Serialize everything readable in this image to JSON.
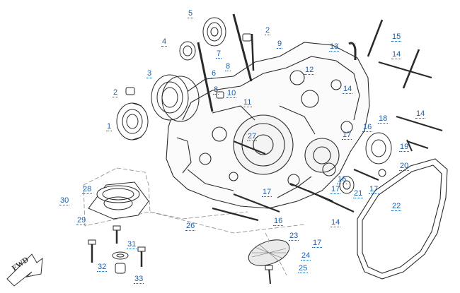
{
  "diagram": {
    "fwd_text": "FWD",
    "callouts": [
      {
        "id": "c5",
        "text": "5"
      },
      {
        "id": "c2a",
        "text": "2"
      },
      {
        "id": "c9",
        "text": "9"
      },
      {
        "id": "c4",
        "text": "4"
      },
      {
        "id": "c7",
        "text": "7"
      },
      {
        "id": "c13",
        "text": "13"
      },
      {
        "id": "c15",
        "text": "15"
      },
      {
        "id": "c14a",
        "text": "14"
      },
      {
        "id": "c3",
        "text": "3"
      },
      {
        "id": "c8a",
        "text": "8"
      },
      {
        "id": "c6",
        "text": "6"
      },
      {
        "id": "c12",
        "text": "12"
      },
      {
        "id": "c2b",
        "text": "2"
      },
      {
        "id": "c8b",
        "text": "8"
      },
      {
        "id": "c10",
        "text": "10"
      },
      {
        "id": "c14b",
        "text": "14"
      },
      {
        "id": "c11",
        "text": "11"
      },
      {
        "id": "c14c",
        "text": "14"
      },
      {
        "id": "c18",
        "text": "18"
      },
      {
        "id": "c1",
        "text": "1"
      },
      {
        "id": "c16a",
        "text": "16"
      },
      {
        "id": "c27",
        "text": "27"
      },
      {
        "id": "c17a",
        "text": "17"
      },
      {
        "id": "c19",
        "text": "19"
      },
      {
        "id": "c20",
        "text": "20"
      },
      {
        "id": "c16b",
        "text": "16"
      },
      {
        "id": "c28",
        "text": "28"
      },
      {
        "id": "c17b",
        "text": "17"
      },
      {
        "id": "c17c",
        "text": "17"
      },
      {
        "id": "c21",
        "text": "21"
      },
      {
        "id": "c17d",
        "text": "17"
      },
      {
        "id": "c30",
        "text": "30"
      },
      {
        "id": "c22",
        "text": "22"
      },
      {
        "id": "c29",
        "text": "29"
      },
      {
        "id": "c16c",
        "text": "16"
      },
      {
        "id": "c14d",
        "text": "14"
      },
      {
        "id": "c26",
        "text": "26"
      },
      {
        "id": "c23",
        "text": "23"
      },
      {
        "id": "c31",
        "text": "31"
      },
      {
        "id": "c17e",
        "text": "17"
      },
      {
        "id": "c24",
        "text": "24"
      },
      {
        "id": "c32",
        "text": "32"
      },
      {
        "id": "c25",
        "text": "25"
      },
      {
        "id": "c33",
        "text": "33"
      }
    ]
  }
}
